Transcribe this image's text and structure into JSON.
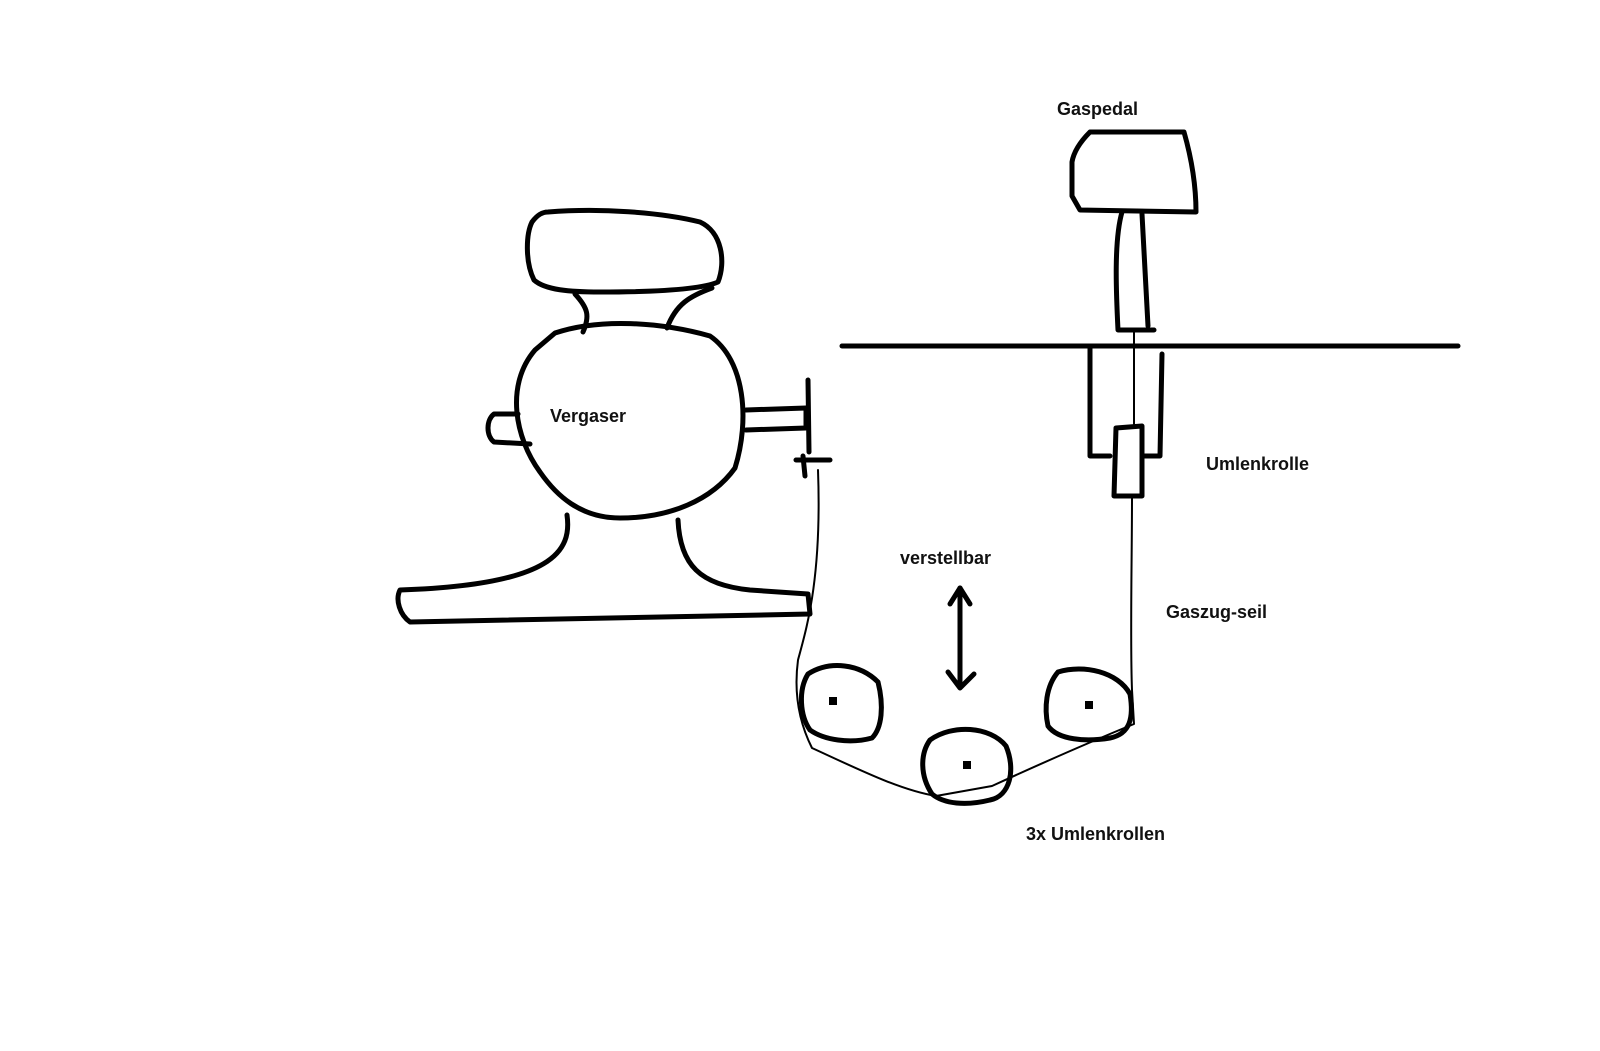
{
  "labels": {
    "gaspedal": "Gaspedal",
    "vergaser": "Vergaser",
    "umlenkrolle": "Umlenkrolle",
    "verstellbar": "verstellbar",
    "gaszug_seil": "Gaszug-seil",
    "umlenkrollen": "3x Umlenkrollen"
  },
  "colors": {
    "ink": "#000000",
    "background": "#ffffff"
  }
}
